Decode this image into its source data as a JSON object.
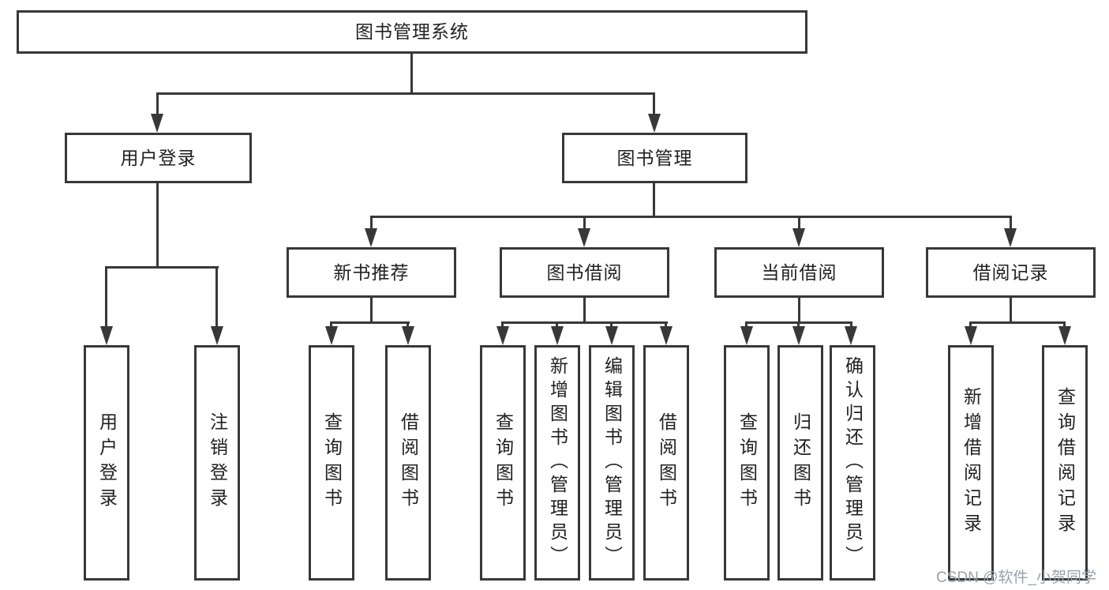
{
  "tree": {
    "root": {
      "label": "图书管理系统"
    },
    "branches": [
      {
        "label": "用户登录",
        "children": [
          {
            "label": "用户登录"
          },
          {
            "label": "注销登录"
          }
        ]
      },
      {
        "label": "图书管理",
        "children": [
          {
            "label": "新书推荐",
            "children": [
              {
                "label": "查询图书"
              },
              {
                "label": "借阅图书"
              }
            ]
          },
          {
            "label": "图书借阅",
            "children": [
              {
                "label": "查询图书"
              },
              {
                "label": "新增图书（管理员）"
              },
              {
                "label": "编辑图书（管理员）"
              },
              {
                "label": "借阅图书"
              }
            ]
          },
          {
            "label": "当前借阅",
            "children": [
              {
                "label": "查询图书"
              },
              {
                "label": "归还图书"
              },
              {
                "label": "确认归还（管理员）"
              }
            ]
          },
          {
            "label": "借阅记录",
            "children": [
              {
                "label": "新增借阅记录"
              },
              {
                "label": "查询借阅记录"
              }
            ]
          }
        ]
      }
    ]
  },
  "watermark": "CSDN @软件_小贺同学",
  "colors": {
    "line": "#383838",
    "text": "#212121",
    "box_fill": "#ffffff",
    "background": "#ffffff",
    "watermark": "#9aa0a6"
  }
}
